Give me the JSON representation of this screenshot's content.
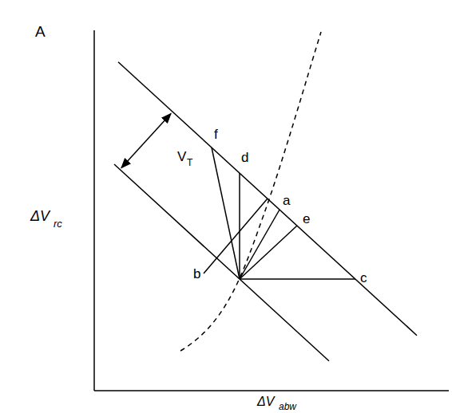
{
  "diagram": {
    "labels": [
      "A",
      "ΔV",
      "rc",
      "ΔV",
      "abw",
      "V",
      "T",
      "f",
      "d",
      "a",
      "e",
      "c",
      "b"
    ]
  }
}
